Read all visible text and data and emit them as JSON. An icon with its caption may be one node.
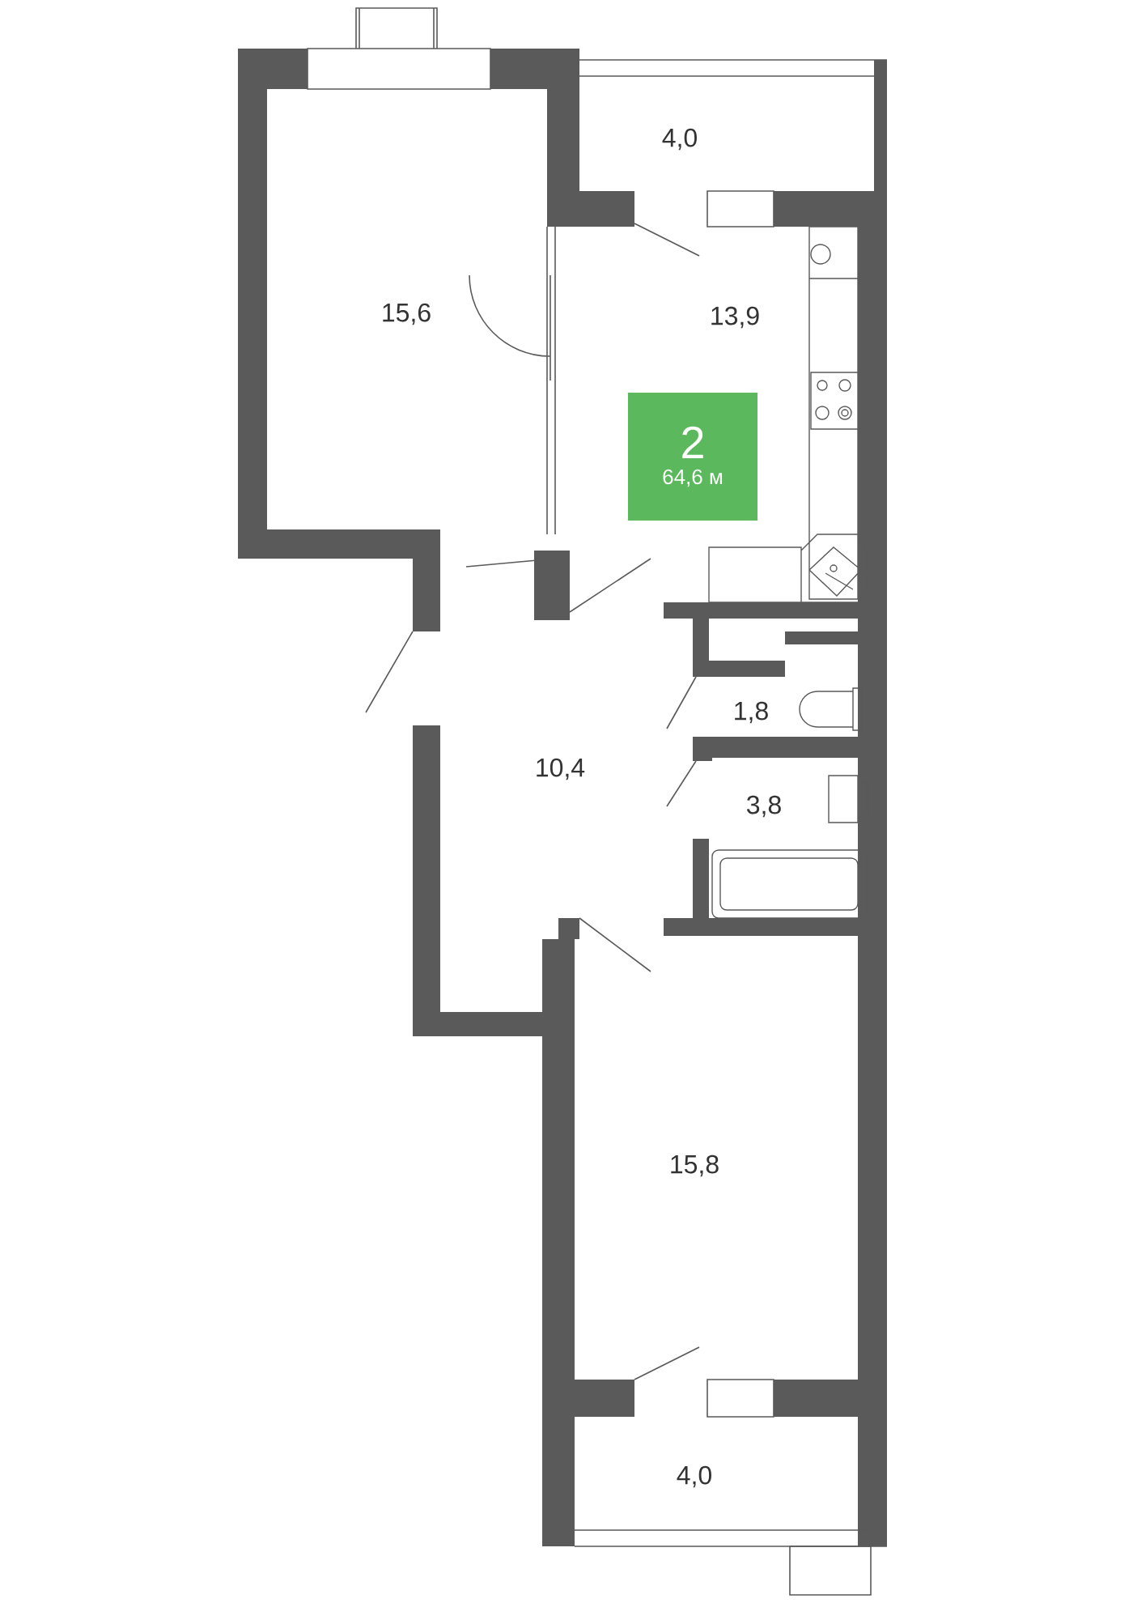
{
  "diagram": {
    "nodes": [
      {
        "text": [
          "2",
          "64,6 м"
        ]
      }
    ],
    "labels": [
      "4,0",
      "15,6",
      "13,9",
      "1,8",
      "10,4",
      "3,8",
      "15,8",
      "4,0"
    ]
  }
}
